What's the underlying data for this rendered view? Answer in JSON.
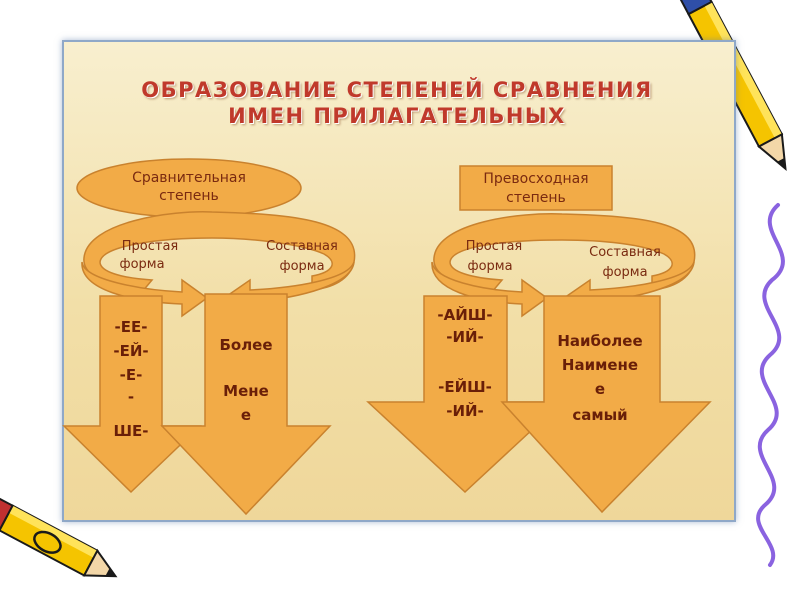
{
  "title": {
    "line1": "ОБРАЗОВАНИЕ СТЕПЕНЕЙ СРАВНЕНИЯ",
    "line2": "ИМЕН ПРИЛАГАТЕЛЬНЫХ"
  },
  "comparative": {
    "heading_line1": "Сравнительная",
    "heading_line2": "степень",
    "simple_line1": "Простая",
    "simple_line2": "форма",
    "compound_line1": "Составная",
    "compound_line2": "форма",
    "suffixes": [
      "-ЕЕ-",
      "-ЕЙ-",
      "-Е-",
      "-",
      "ШЕ-"
    ],
    "words": [
      "Более",
      "Мене",
      "е"
    ]
  },
  "superlative": {
    "heading_line1": "Превосходная",
    "heading_line2": "степень",
    "simple_line1": "Простая",
    "simple_line2": "форма",
    "compound_line1": "Составная",
    "compound_line2": "форма",
    "suffixes": [
      "-АЙШ-",
      "-ИЙ-",
      "",
      "-ЕЙШ-",
      "-ИЙ-"
    ],
    "words": [
      "Наиболее",
      "Наимене",
      "е",
      "самый"
    ]
  },
  "colors": {
    "shape_fill": "#f2ab47",
    "shape_stroke": "#c9822e",
    "title_text": "#c0392b",
    "label_text": "#7a2a10",
    "background": "#f2dfa8"
  },
  "decorations": {
    "top_right": "pencil-icon",
    "bottom_left": "pencil-icon",
    "right_side": "wavy-line"
  }
}
